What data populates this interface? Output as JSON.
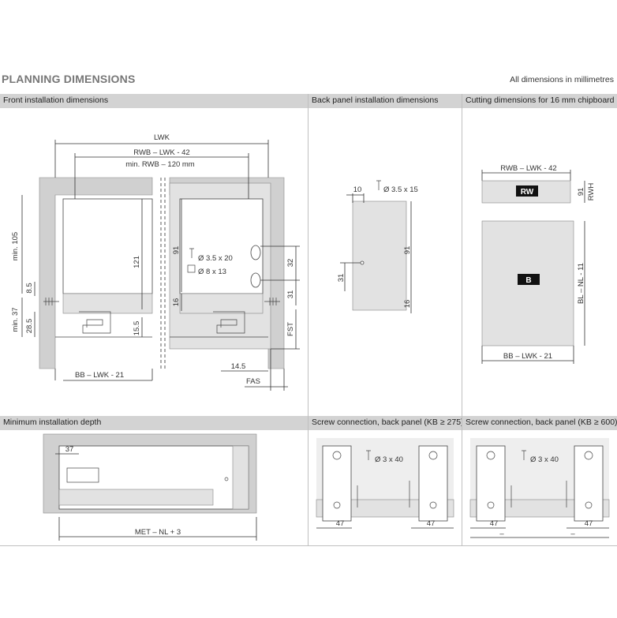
{
  "page": {
    "title": "PLANNING DIMENSIONS",
    "subtitle": "All dimensions in millimetres"
  },
  "panels": {
    "front": {
      "header": "Front installation dimensions",
      "lwk": "LWK",
      "rwb": "RWB – LWK - 42",
      "min_rwb": "min. RWB – 120 mm",
      "min105": "min. 105",
      "v85": "8.5",
      "min37": "min. 37",
      "v285": "28.5",
      "v121": "121",
      "v155": "15.5",
      "v91": "91",
      "v16": "16",
      "screw1": "Ø 3.5 x 20",
      "screw2": "Ø 8 x 13",
      "v32": "32",
      "v31": "31",
      "fst": "FST",
      "v145": "14.5",
      "fas": "FAS",
      "bb": "BB – LWK - 21"
    },
    "back": {
      "header": "Back panel installation dimensions",
      "v10": "10",
      "screw": "Ø 3.5 x 15",
      "v91": "91",
      "v31": "31",
      "v16": "16"
    },
    "cutting": {
      "header": "Cutting dimensions for 16 mm chipboard",
      "rwb": "RWB – LWK - 42",
      "rw": "RW",
      "v91": "91",
      "rwh": "RWH",
      "b": "B",
      "bl": "BL – NL - 11",
      "bb": "BB – LWK - 21"
    },
    "depth": {
      "header": "Minimum installation depth",
      "v37": "37",
      "met": "MET – NL + 3"
    },
    "screw275": {
      "header": "Screw connection, back panel (KB ≥ 275)",
      "screw": "Ø 3 x 40",
      "v47a": "47",
      "v47b": "47"
    },
    "screw600": {
      "header": "Screw connection, back panel (KB ≥ 600)",
      "screw": "Ø 3 x 40",
      "v47a": "47",
      "v47b": "47",
      "dash1": "–",
      "dash2": "–"
    }
  }
}
